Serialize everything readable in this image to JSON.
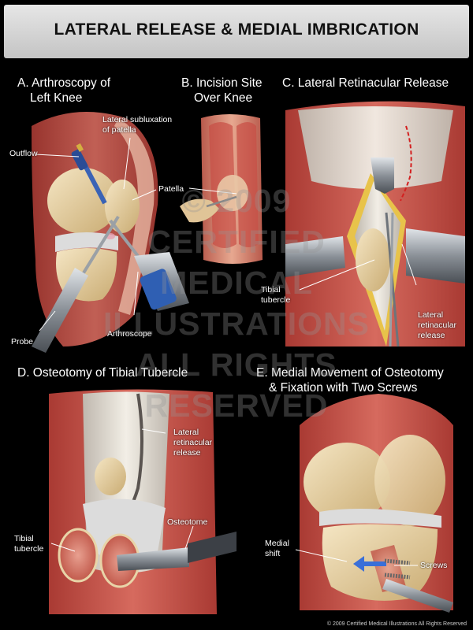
{
  "title": "LATERAL RELEASE & MEDIAL IMBRICATION",
  "panels": {
    "a": {
      "title_line1": "A. Arthroscopy of",
      "title_line2": "Left Knee",
      "labels": {
        "outflow": "Outflow",
        "lateral_subluxation_1": "Lateral subluxation",
        "lateral_subluxation_2": "of patella",
        "patella": "Patella",
        "probe": "Probe",
        "arthroscope": "Arthroscope"
      }
    },
    "b": {
      "title_line1": "B. Incision Site",
      "title_line2": "Over Knee"
    },
    "c": {
      "title_line1": "C. Lateral Retinacular Release",
      "labels": {
        "tibial_tubercle_1": "Tibial",
        "tibial_tubercle_2": "tubercle",
        "lateral_retinacular_1": "Lateral",
        "lateral_retinacular_2": "retinacular",
        "lateral_retinacular_3": "release"
      }
    },
    "d": {
      "title_line1": "D. Osteotomy of Tibial Tubercle",
      "labels": {
        "lateral_retinacular_1": "Lateral",
        "lateral_retinacular_2": "retinacular",
        "lateral_retinacular_3": "release",
        "tibial_tubercle_1": "Tibial",
        "tibial_tubercle_2": "tubercle",
        "osteotome": "Osteotome"
      }
    },
    "e": {
      "title_line1": "E. Medial Movement of Osteotomy",
      "title_line2": "& Fixation with Two Screws",
      "labels": {
        "medial_shift_1": "Medial",
        "medial_shift_2": "shift",
        "screws": "Screws"
      }
    }
  },
  "watermark": {
    "line1": "© 2009",
    "line2": "CERTIFIED",
    "line3": "MEDICAL",
    "line4": "ILLUSTRATIONS",
    "line5": "ALL RIGHTS",
    "line6": "RESERVED"
  },
  "credit": "© 2009 Certified Medical Illustrations All Rights Reserved",
  "colors": {
    "background": "#000000",
    "muscle": "#c9544a",
    "bone": "#e8d4a8",
    "cartilage": "#dcdcdc",
    "tendon": "#e8e2d8",
    "fat": "#e8c34a",
    "instrument": "#8a8f95",
    "arrow": "#3a6fd8",
    "incision": "#d32020"
  }
}
